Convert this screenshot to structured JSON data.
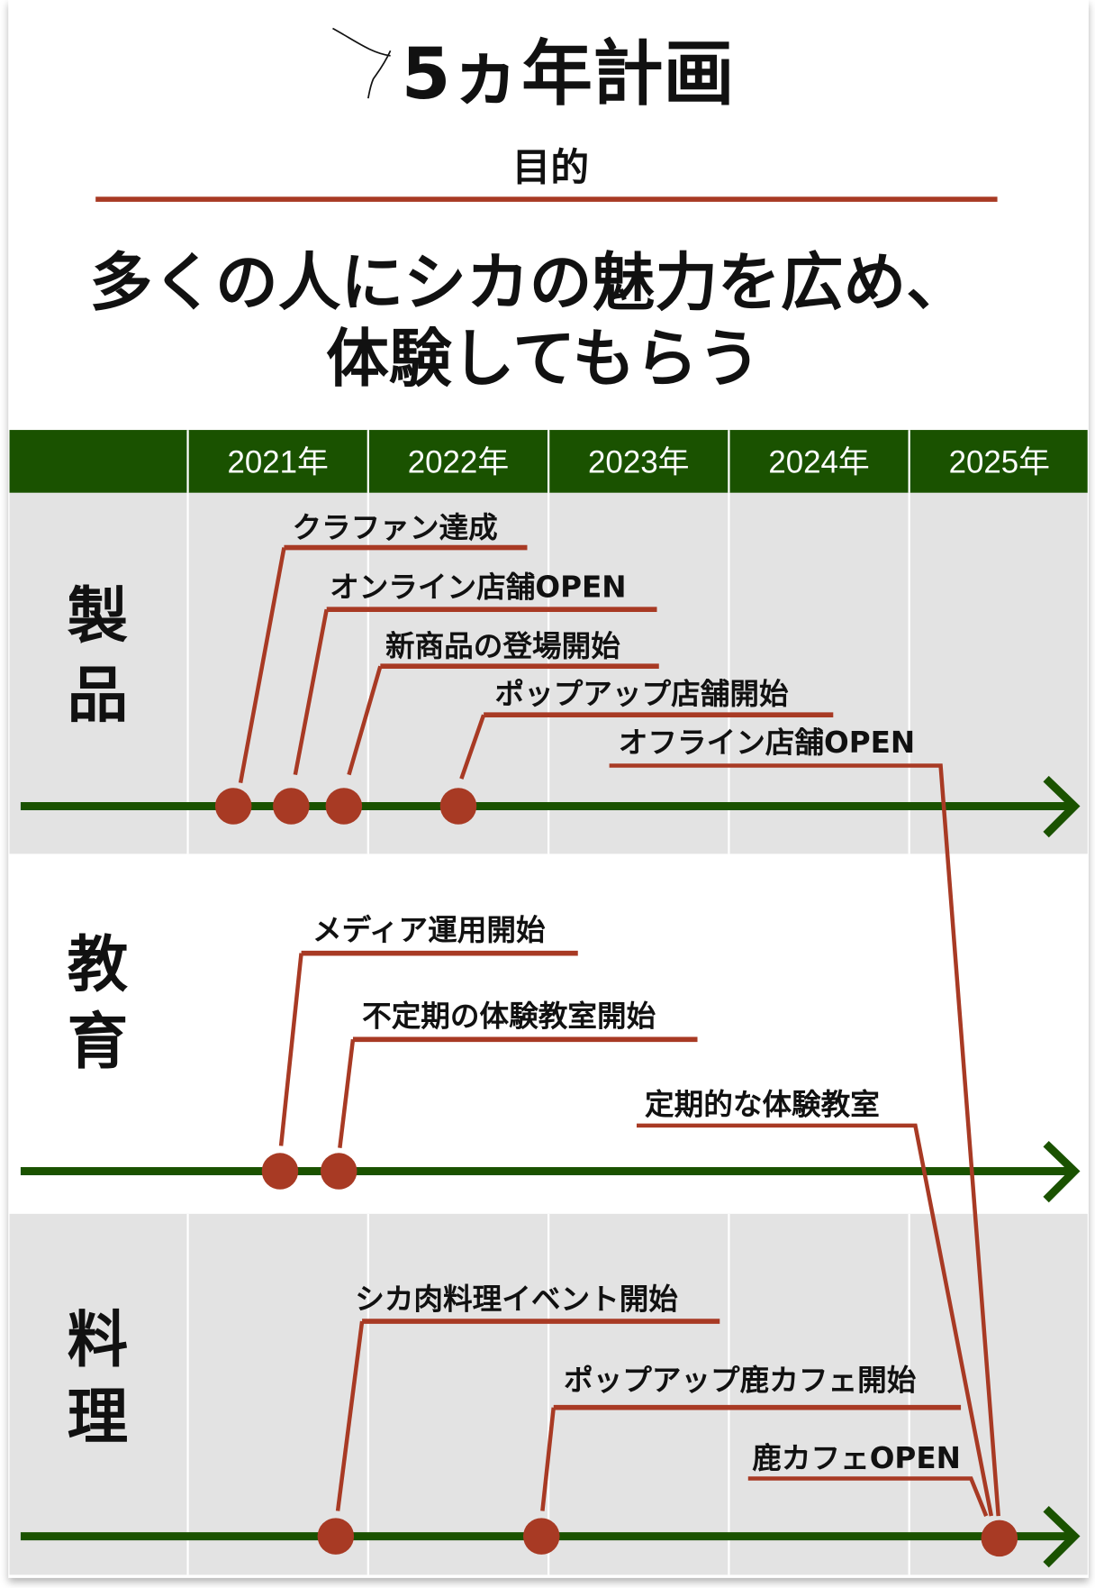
{
  "header": {
    "title": "5ヵ年計画",
    "purpose_label": "目的",
    "purpose_line1": "多くの人にシカの魅力を広め、",
    "purpose_line2": "体験してもらう"
  },
  "years": [
    "2021年",
    "2022年",
    "2023年",
    "2024年",
    "2025年"
  ],
  "categories": [
    {
      "line1": "製",
      "line2": "品",
      "events": [
        "クラファン達成",
        "オンライン店舗OPEN",
        "新商品の登場開始",
        "ポップアップ店舗開始",
        "オフライン店舗OPEN"
      ]
    },
    {
      "line1": "教",
      "line2": "育",
      "events": [
        "メディア運用開始",
        "不定期の体験教室開始",
        "定期的な体験教室"
      ]
    },
    {
      "line1": "料",
      "line2": "理",
      "events": [
        "シカ肉料理イベント開始",
        "ポップアップ鹿カフェ開始",
        "鹿カフェOPEN"
      ]
    }
  ],
  "colors": {
    "green": "#1a5200",
    "red": "#a83a24",
    "gray": "#e3e3e3"
  }
}
